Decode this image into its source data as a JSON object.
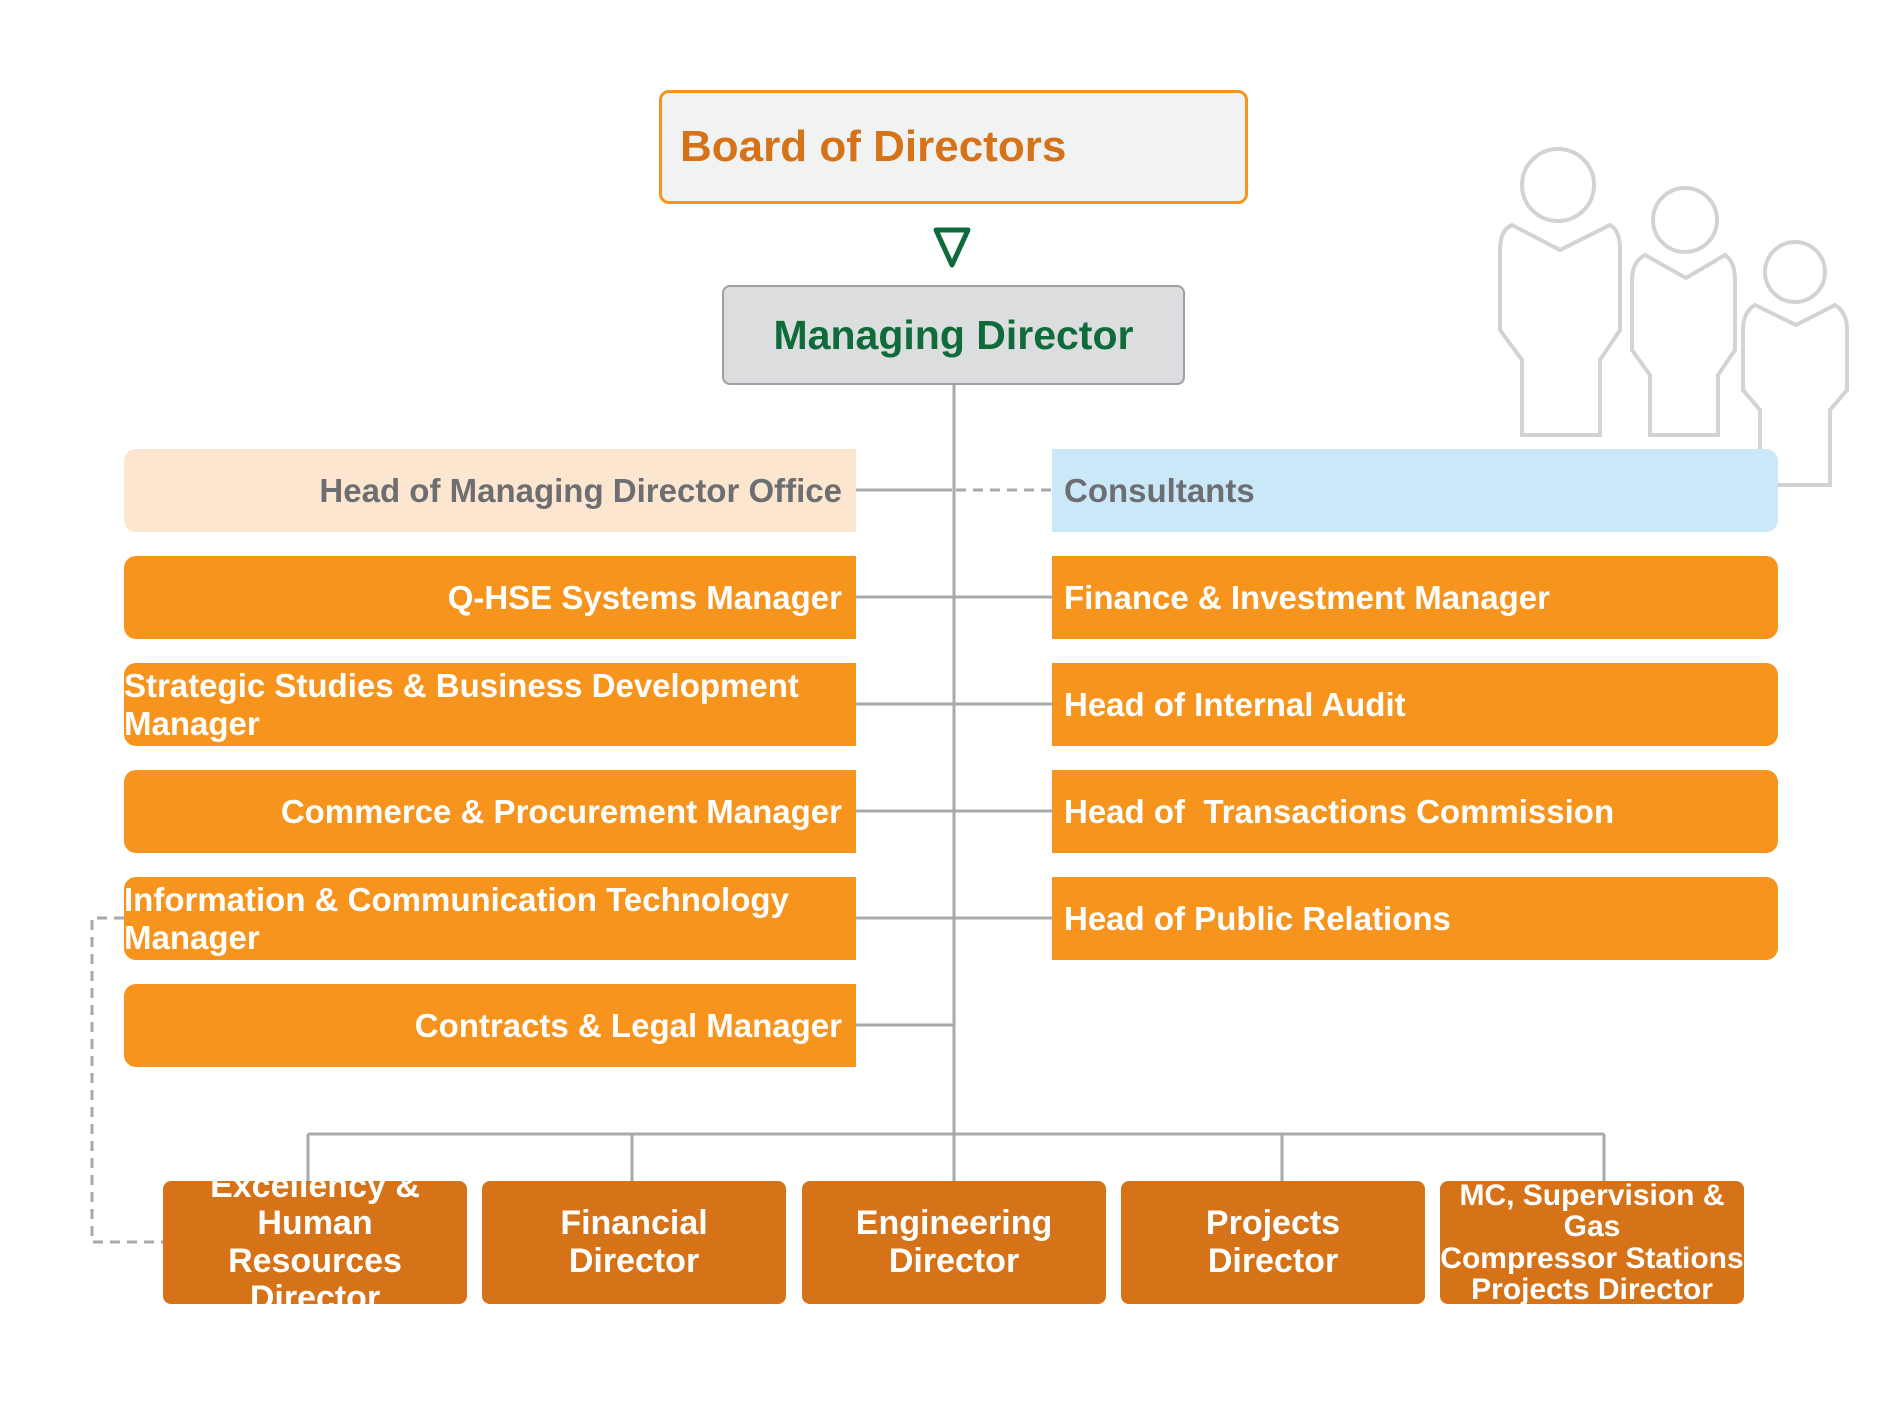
{
  "board": {
    "label": "Board of Directors"
  },
  "managing_director": {
    "label": "Managing Director"
  },
  "left_roles": [
    {
      "label": "Head of Managing Director Office"
    },
    {
      "label": "Q-HSE Systems Manager"
    },
    {
      "label": "Strategic Studies & Business Development Manager"
    },
    {
      "label": "Commerce & Procurement Manager"
    },
    {
      "label": "Information & Communication Technology Manager"
    },
    {
      "label": "Contracts & Legal Manager"
    }
  ],
  "right_roles": [
    {
      "label": "Consultants"
    },
    {
      "label": "Finance & Investment Manager"
    },
    {
      "label": "Head of Internal Audit"
    },
    {
      "label": "Head of  Transactions Commission"
    },
    {
      "label": "Head of Public Relations"
    }
  ],
  "directors": [
    {
      "line1": "Excellency & Human",
      "line2": "Resources Director"
    },
    {
      "line1": "Financial",
      "line2": "Director"
    },
    {
      "line1": "Engineering",
      "line2": "Director"
    },
    {
      "line1": "Projects",
      "line2": "Director"
    },
    {
      "line1": "MC, Supervision & Gas",
      "line2": "Compressor Stations",
      "line3": "Projects Director"
    }
  ],
  "colors": {
    "orange": "#f7941d",
    "dark_orange": "#d67218",
    "peach": "#fde6cf",
    "light_blue": "#cbe8f8",
    "grey_box": "#dcddde",
    "dark_green": "#0f6b3a",
    "connector": "#a7a9ac",
    "text_grey": "#6d6e71"
  },
  "icons": [
    "company-logo-icon",
    "down-triangle-icon",
    "people-silhouette-icon"
  ]
}
